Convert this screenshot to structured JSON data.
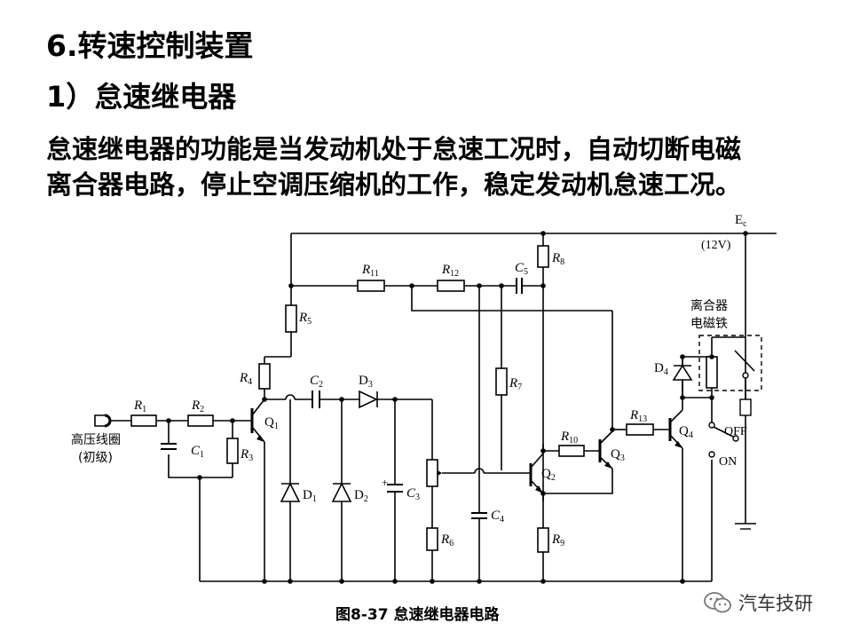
{
  "slide": {
    "title": "6.转速控制装置",
    "subtitle": "1）怠速继电器",
    "paragraph_lines": [
      "怠速继电器的功能是当发动机处于怠速工况时，自动切断电磁",
      "离合器电路，停止空调压缩机的工作，稳定发动机怠速工况。"
    ]
  },
  "diagram": {
    "caption": "图8-37  怠速继电器电路",
    "supply": {
      "label": "E",
      "sub": "c",
      "voltage": "(12V)"
    },
    "input": {
      "line1": "高压线圈",
      "line2": "(初级)"
    },
    "clutch": {
      "line1": "离合器",
      "line2": "电磁铁"
    },
    "switch": {
      "off": "OFF",
      "on": "ON"
    },
    "components": {
      "R1": {
        "letter": "R",
        "sub": "1"
      },
      "R2": {
        "letter": "R",
        "sub": "2"
      },
      "R3": {
        "letter": "R",
        "sub": "3"
      },
      "R4": {
        "letter": "R",
        "sub": "4"
      },
      "R5": {
        "letter": "R",
        "sub": "5"
      },
      "R6": {
        "letter": "R",
        "sub": "6"
      },
      "R7": {
        "letter": "R",
        "sub": "7"
      },
      "R8": {
        "letter": "R",
        "sub": "8"
      },
      "R9": {
        "letter": "R",
        "sub": "9"
      },
      "R10": {
        "letter": "R",
        "sub": "10"
      },
      "R11": {
        "letter": "R",
        "sub": "11"
      },
      "R12": {
        "letter": "R",
        "sub": "12"
      },
      "R13": {
        "letter": "R",
        "sub": "13"
      },
      "C1": {
        "letter": "C",
        "sub": "1"
      },
      "C2": {
        "letter": "C",
        "sub": "2"
      },
      "C3": {
        "letter": "C",
        "sub": "3"
      },
      "C4": {
        "letter": "C",
        "sub": "4"
      },
      "C5": {
        "letter": "C",
        "sub": "5"
      },
      "D1": {
        "letter": "D",
        "sub": "1"
      },
      "D2": {
        "letter": "D",
        "sub": "2"
      },
      "D3": {
        "letter": "D",
        "sub": "3"
      },
      "D4": {
        "letter": "D",
        "sub": "4"
      },
      "Q1": {
        "letter": "Q",
        "sub": "1"
      },
      "Q2": {
        "letter": "Q",
        "sub": "2"
      },
      "Q3": {
        "letter": "Q",
        "sub": "3"
      },
      "Q4": {
        "letter": "Q",
        "sub": "4"
      }
    },
    "c3_polarity": "+"
  },
  "watermark": {
    "icon": "wechat-icon",
    "text": "汽车技研"
  }
}
